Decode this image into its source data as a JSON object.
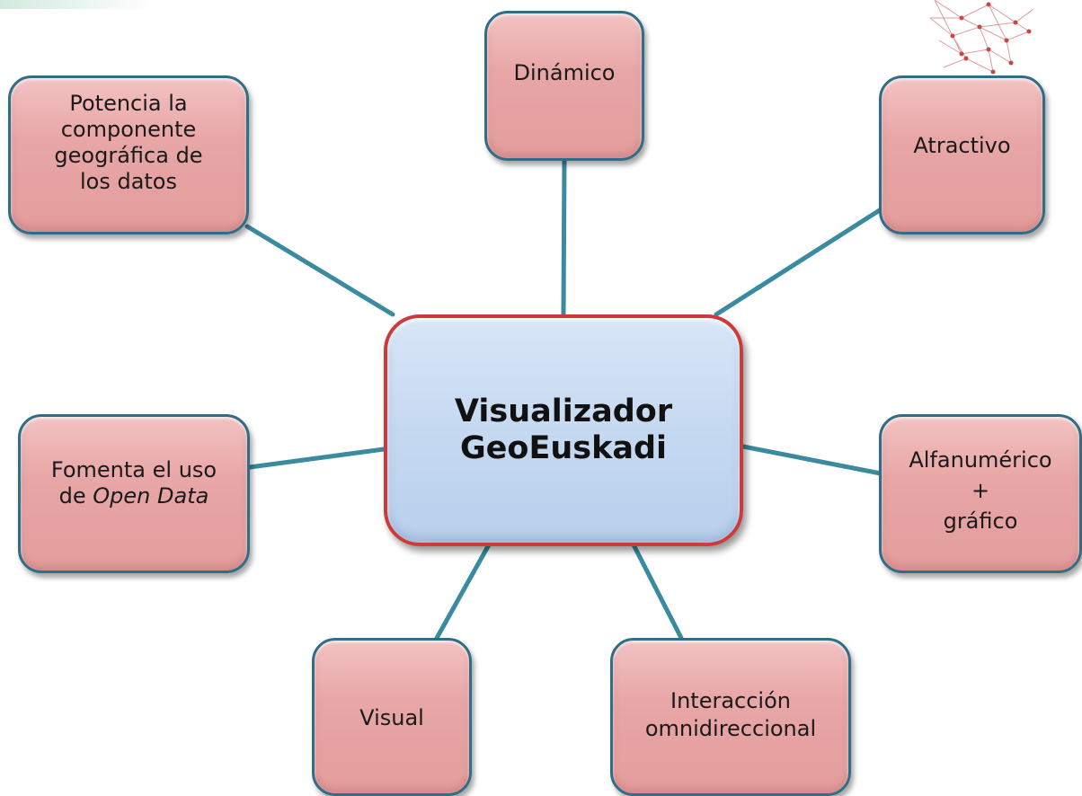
{
  "diagram": {
    "center": {
      "line1": "Visualizador",
      "line2": "GeoEuskadi"
    },
    "nodes": {
      "dinamico": {
        "text": "Dinámico"
      },
      "potencia": {
        "lines": [
          "Potencia la",
          "componente",
          "geográfica de",
          "los datos"
        ]
      },
      "atractivo": {
        "text": "Atractivo"
      },
      "fomenta": {
        "line1": "Fomenta el uso",
        "line2_prefix": "de ",
        "line2_italic": "Open Data"
      },
      "alfanumerico": {
        "lines": [
          "Alfanumérico",
          "+",
          "gráfico"
        ]
      },
      "visual": {
        "text": "Visual"
      },
      "interaccion": {
        "lines": [
          "Interacción",
          "omnidireccional"
        ]
      }
    },
    "colors": {
      "connector": "#3a8aa0",
      "node_fill": "#e8a6a6",
      "node_border": "#2f6e86",
      "center_fill": "#c5d9f1",
      "center_border": "#cc3a3a"
    }
  }
}
